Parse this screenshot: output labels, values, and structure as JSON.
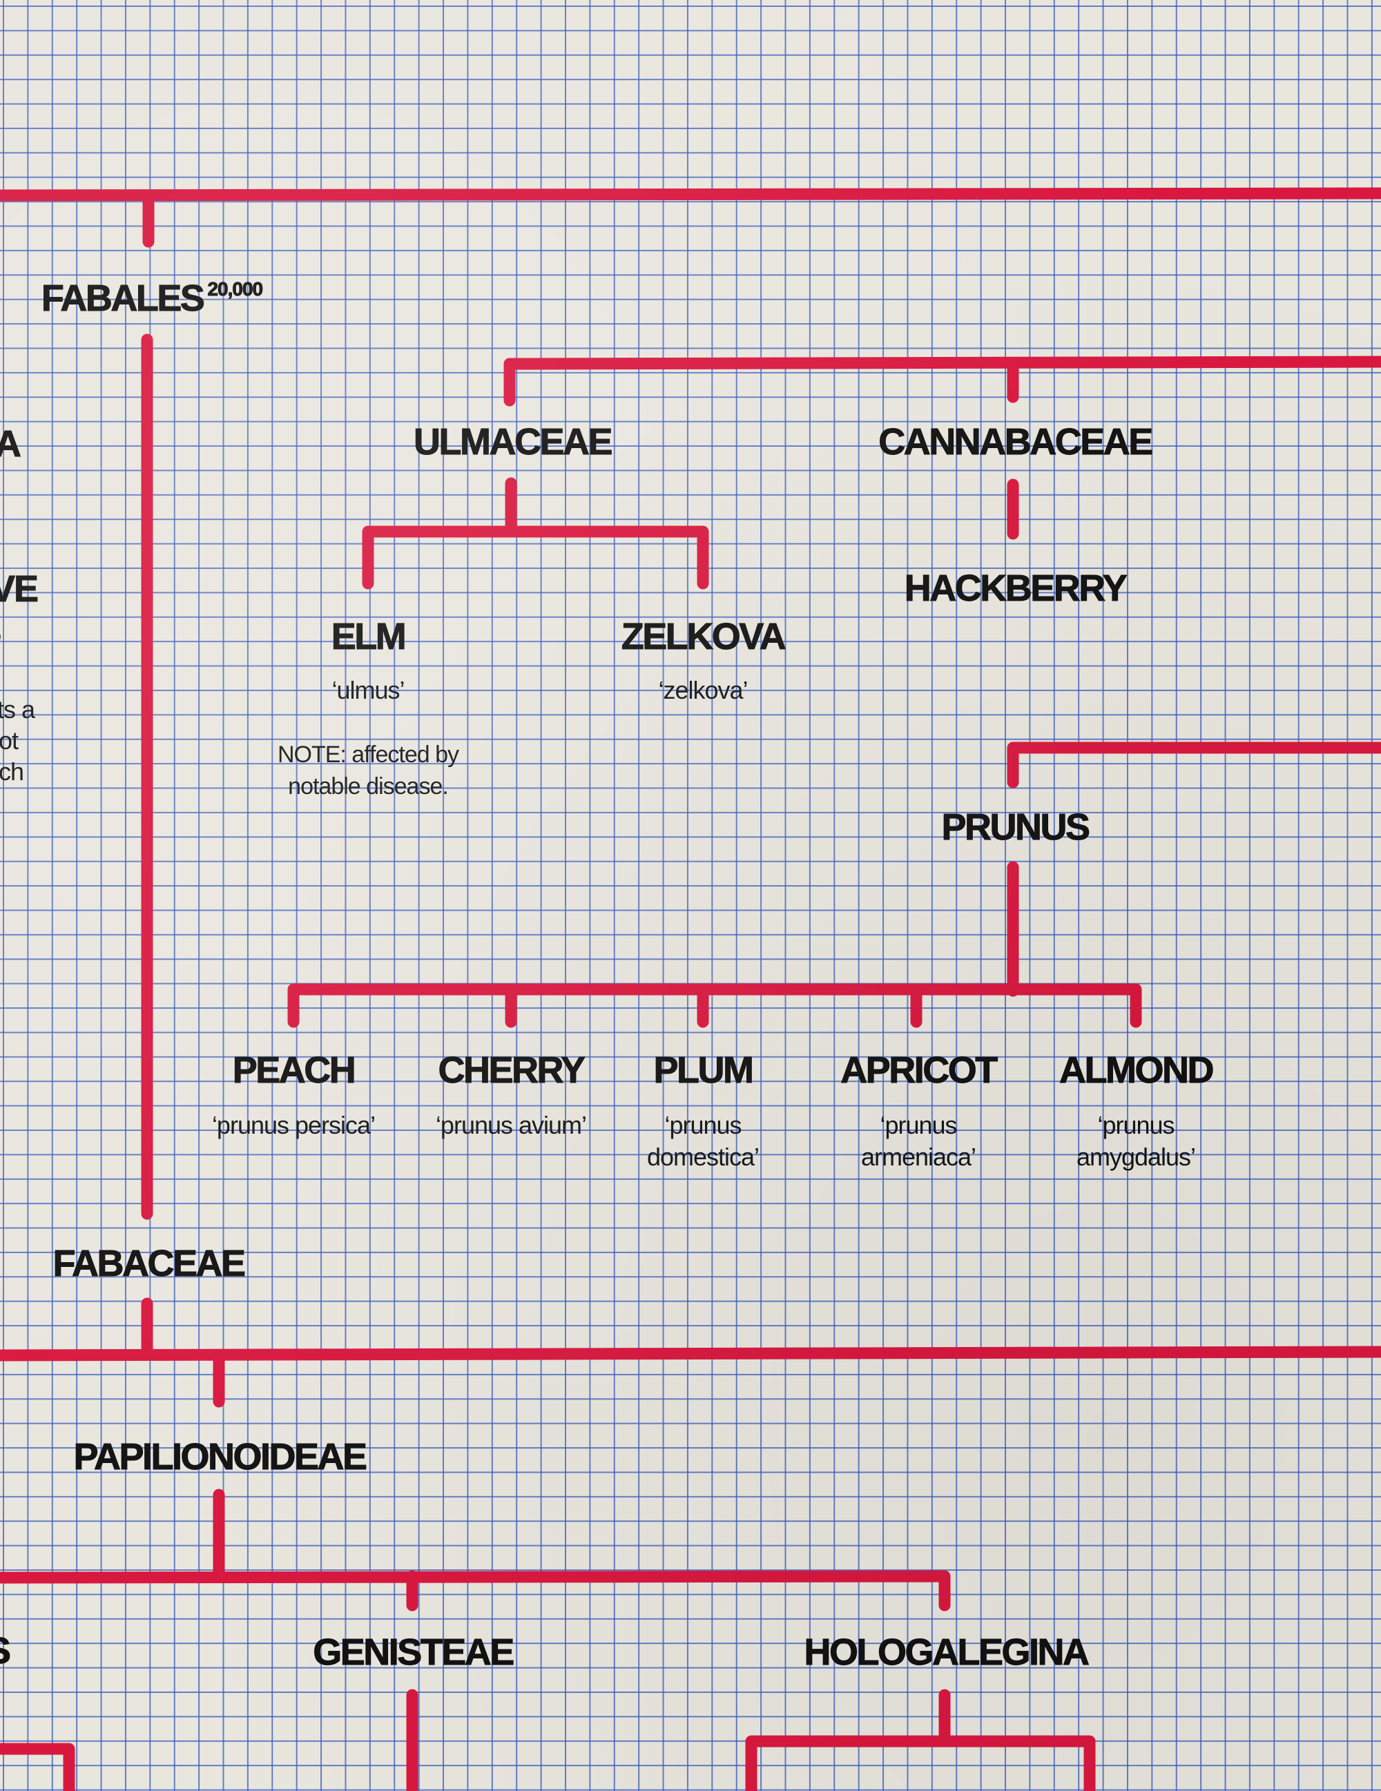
{
  "nodes": {
    "fabales": {
      "name": "FABALES",
      "count": "20,000"
    },
    "ulmaceae": "ULMACEAE",
    "cannabaceae": "CANNABACEAE",
    "elm": {
      "name": "ELM",
      "latin": "‘ulmus’",
      "note": "NOTE: affected by notable disease."
    },
    "zelkova": {
      "name": "ZELKOVA",
      "latin": "‘zelkova’"
    },
    "hackberry": "HACKBERRY",
    "prunus": "PRUNUS",
    "peach": {
      "name": "PEACH",
      "latin": "‘prunus persica’"
    },
    "cherry": {
      "name": "CHERRY",
      "latin": "‘prunus avium’"
    },
    "plum": {
      "name": "PLUM",
      "latin": "‘prunus domestica’"
    },
    "apricot": {
      "name": "APRICOT",
      "latin": "‘prunus armeniaca’"
    },
    "almond": {
      "name": "ALMOND",
      "latin": "‘prunus amygdalus’"
    },
    "fabaceae": "FABACEAE",
    "papilionoideae": "PAPILIONOIDEAE",
    "genisteae": "GENISTEAE",
    "hologalegina": "HOLOGALEGINA"
  },
  "cropped_fragments": {
    "left_a": "A",
    "left_ve": "VE",
    "left_text_1": "ts a",
    "left_text_2": "ot",
    "left_text_3": "ch",
    "left_s": "S",
    "left_comma": ","
  },
  "colors": {
    "branch_line": "#d9183f",
    "grid_line": "#3c5fbe",
    "paper": "#e9e6de",
    "text": "#121212"
  }
}
